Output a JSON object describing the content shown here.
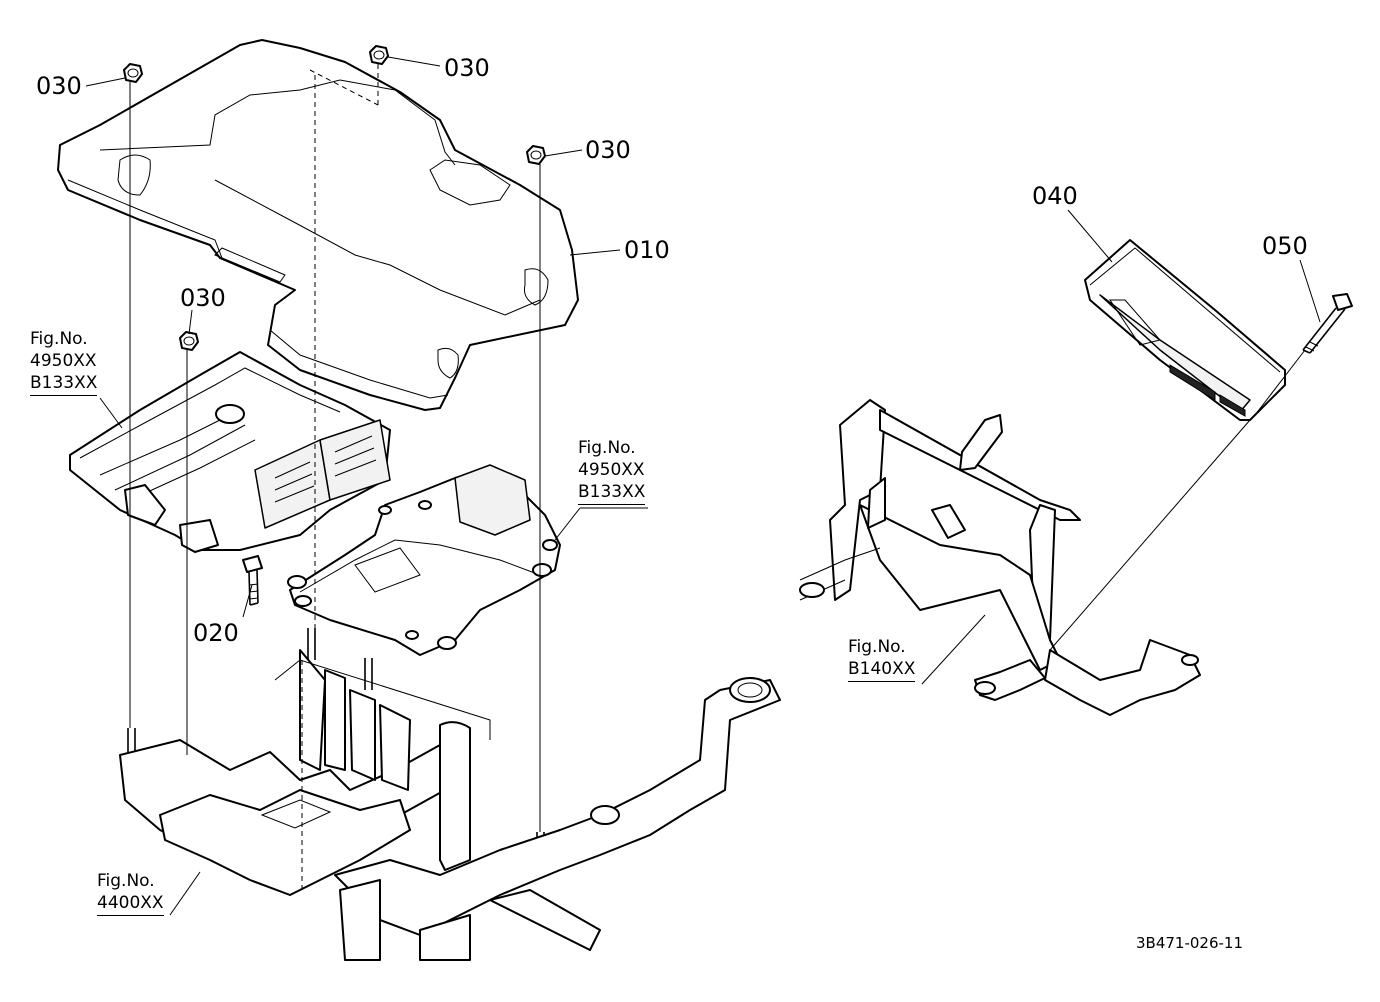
{
  "callouts": {
    "nut_top_left": "030",
    "nut_top_center": "030",
    "nut_right": "030",
    "nut_lower": "030",
    "cover": "010",
    "bolt": "020",
    "module": "040",
    "screw": "050"
  },
  "figure_refs": {
    "left": {
      "line1": "Fig.No.",
      "line2": "4950XX",
      "line3": "B133XX"
    },
    "center": {
      "line1": "Fig.No.",
      "line2": "4950XX",
      "line3": "B133XX"
    },
    "frame": {
      "line1": "Fig.No.",
      "line2": "4400XX"
    },
    "bracket": {
      "line1": "Fig.No.",
      "line2": "B140XX"
    }
  },
  "drawing_code": "3B471-026-11"
}
